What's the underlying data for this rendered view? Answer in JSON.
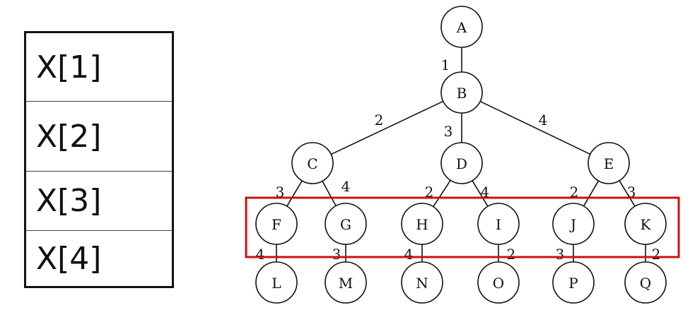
{
  "table": {
    "cells": [
      "X[1]",
      "X[2]",
      "X[3]",
      "X[4]"
    ]
  },
  "tree": {
    "nodes": [
      {
        "id": "A",
        "label": "A"
      },
      {
        "id": "B",
        "label": "B"
      },
      {
        "id": "C",
        "label": "C"
      },
      {
        "id": "D",
        "label": "D"
      },
      {
        "id": "E",
        "label": "E"
      },
      {
        "id": "F",
        "label": "F"
      },
      {
        "id": "G",
        "label": "G"
      },
      {
        "id": "H",
        "label": "H"
      },
      {
        "id": "I",
        "label": "I"
      },
      {
        "id": "J",
        "label": "J"
      },
      {
        "id": "K",
        "label": "K"
      },
      {
        "id": "L",
        "label": "L"
      },
      {
        "id": "M",
        "label": "M"
      },
      {
        "id": "N",
        "label": "N"
      },
      {
        "id": "O",
        "label": "O"
      },
      {
        "id": "P",
        "label": "P"
      },
      {
        "id": "Q",
        "label": "Q"
      }
    ],
    "edges": [
      {
        "from": "A",
        "to": "B",
        "label": "1"
      },
      {
        "from": "B",
        "to": "C",
        "label": "2"
      },
      {
        "from": "B",
        "to": "D",
        "label": "3"
      },
      {
        "from": "B",
        "to": "E",
        "label": "4"
      },
      {
        "from": "C",
        "to": "F",
        "label": "3"
      },
      {
        "from": "C",
        "to": "G",
        "label": "4"
      },
      {
        "from": "D",
        "to": "H",
        "label": "2"
      },
      {
        "from": "D",
        "to": "I",
        "label": "4"
      },
      {
        "from": "E",
        "to": "J",
        "label": "2"
      },
      {
        "from": "E",
        "to": "K",
        "label": "3"
      },
      {
        "from": "F",
        "to": "L",
        "label": "4"
      },
      {
        "from": "G",
        "to": "M",
        "label": "3"
      },
      {
        "from": "H",
        "to": "N",
        "label": "4"
      },
      {
        "from": "I",
        "to": "O",
        "label": "2"
      },
      {
        "from": "J",
        "to": "P",
        "label": "3"
      },
      {
        "from": "K",
        "to": "Q",
        "label": "2"
      }
    ],
    "highlight_color": "#cc1111"
  }
}
